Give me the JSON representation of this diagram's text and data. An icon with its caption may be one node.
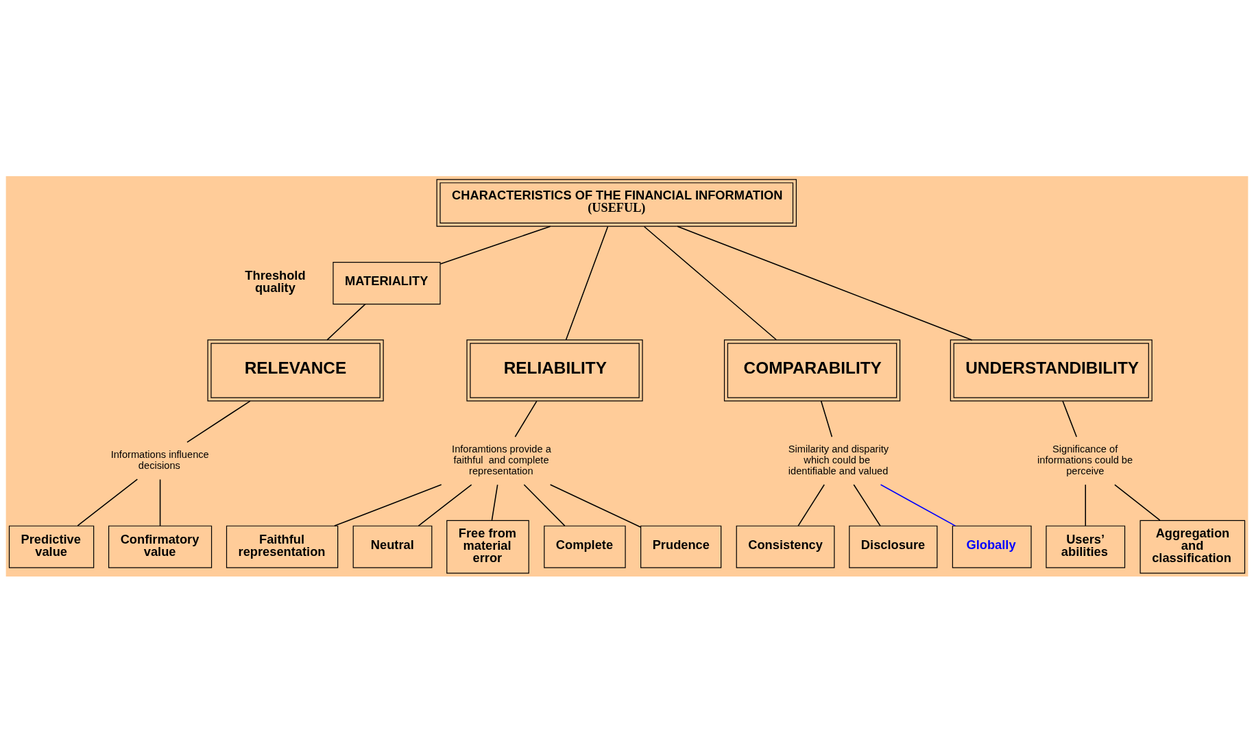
{
  "diagram": {
    "nodes": [
      {
        "text": [
          "CHARACTERISTICS OF THE FINANCIAL INFORMATION",
          "(USEFUL)"
        ]
      },
      {
        "text": [
          "MATERIALITY"
        ],
        "beside": [
          "Threshold quality"
        ]
      },
      {
        "text": [
          "RELEVANCE"
        ]
      },
      {
        "text": [
          "RELIABILITY"
        ]
      },
      {
        "text": [
          "COMPARABILITY"
        ]
      },
      {
        "text": [
          "UNDERSTANDIBILITY"
        ]
      },
      {
        "text": [
          "Informations influence decisions"
        ]
      },
      {
        "text": [
          "Inforamtions provide a faithful  and complete representation"
        ]
      },
      {
        "text": [
          "Similarity and disparity which could be  identifiable and valued"
        ]
      },
      {
        "text": [
          "Significance of informations could be perceive"
        ]
      },
      {
        "text": [
          "Predictive value"
        ]
      },
      {
        "text": [
          "Confirmatory value"
        ]
      },
      {
        "text": [
          "Faithful representation"
        ]
      },
      {
        "text": [
          "Neutral"
        ]
      },
      {
        "text": [
          "Free from material error"
        ]
      },
      {
        "text": [
          "Complete"
        ]
      },
      {
        "text": [
          "Prudence"
        ]
      },
      {
        "text": [
          "Consistency"
        ]
      },
      {
        "text": [
          "Disclosure"
        ]
      },
      {
        "text": [
          "Globally"
        ]
      },
      {
        "text": [
          "Users’ abilities"
        ]
      },
      {
        "text": [
          "Aggregation and classification"
        ]
      }
    ],
    "edges": [
      {
        "from": 0,
        "to": 1,
        "arrow": "none"
      },
      {
        "from": 1,
        "to": 2,
        "arrow": "none"
      },
      {
        "from": 0,
        "to": 3,
        "arrow": "none"
      },
      {
        "from": 0,
        "to": 4,
        "arrow": "none"
      },
      {
        "from": 0,
        "to": 5,
        "arrow": "none"
      },
      {
        "from": 2,
        "to": 6,
        "arrow": "none"
      },
      {
        "from": 6,
        "to": 10,
        "arrow": "none"
      },
      {
        "from": 6,
        "to": 11,
        "arrow": "none"
      },
      {
        "from": 3,
        "to": 7,
        "arrow": "none"
      },
      {
        "from": 7,
        "to": 12,
        "arrow": "none"
      },
      {
        "from": 7,
        "to": 13,
        "arrow": "none"
      },
      {
        "from": 7,
        "to": 14,
        "arrow": "none"
      },
      {
        "from": 7,
        "to": 15,
        "arrow": "none"
      },
      {
        "from": 7,
        "to": 16,
        "arrow": "none"
      },
      {
        "from": 4,
        "to": 8,
        "arrow": "none"
      },
      {
        "from": 8,
        "to": 17,
        "arrow": "none"
      },
      {
        "from": 8,
        "to": 18,
        "arrow": "none"
      },
      {
        "from": 8,
        "to": 19,
        "arrow": "none",
        "color": "#0000ff"
      },
      {
        "from": 5,
        "to": 9,
        "arrow": "none"
      },
      {
        "from": 9,
        "to": 20,
        "arrow": "none"
      },
      {
        "from": 9,
        "to": 21,
        "arrow": "none"
      }
    ]
  }
}
